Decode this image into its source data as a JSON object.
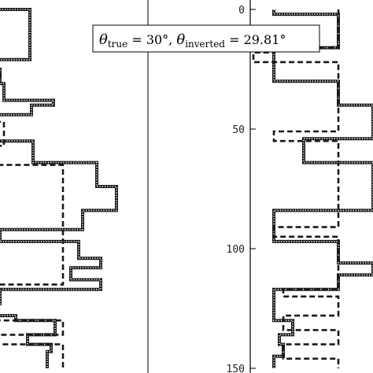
{
  "chart_data": [
    {
      "type": "line",
      "panel": "left",
      "x_baseline": 80,
      "series": [
        {
          "style": "solid-dotted",
          "steps": [
            [
              -10,
              0
            ],
            [
              38,
              0
            ],
            [
              38,
              21
            ],
            [
              -10,
              21
            ],
            [
              -10,
              25
            ],
            [
              0,
              25
            ],
            [
              0,
              30
            ],
            [
              -10,
              30
            ],
            [
              -10,
              31
            ],
            [
              5,
              31
            ],
            [
              5,
              38
            ],
            [
              68,
              38
            ],
            [
              68,
              40
            ],
            [
              40,
              40
            ],
            [
              40,
              44
            ],
            [
              -10,
              44
            ],
            [
              -10,
              55
            ],
            [
              42,
              55
            ],
            [
              42,
              64
            ],
            [
              123,
              64
            ],
            [
              123,
              74
            ],
            [
              148,
              74
            ],
            [
              148,
              84
            ],
            [
              105,
              84
            ],
            [
              105,
              92
            ],
            [
              0,
              92
            ],
            [
              0,
              97
            ],
            [
              100,
              97
            ],
            [
              100,
              104
            ],
            [
              128,
              104
            ],
            [
              128,
              106
            ],
            [
              128,
              106
            ],
            [
              128,
              108
            ],
            [
              90,
              108
            ],
            [
              90,
              113
            ],
            [
              128,
              113
            ],
            [
              128,
              117
            ],
            [
              0,
              117
            ],
            [
              0,
              123
            ],
            [
              -10,
              123
            ],
            [
              -10,
              124
            ],
            [
              -10,
              128
            ],
            [
              20,
              128
            ],
            [
              20,
              130
            ],
            [
              70,
              130
            ],
            [
              70,
              136
            ],
            [
              35,
              136
            ],
            [
              35,
              140
            ],
            [
              65,
              140
            ],
            [
              65,
              143
            ],
            [
              60,
              143
            ],
            [
              60,
              150
            ]
          ]
        },
        {
          "style": "dashed",
          "steps": [
            [
              -10,
              26
            ],
            [
              0,
              26
            ],
            [
              0,
              29
            ],
            [
              -10,
              29
            ],
            [
              -10,
              45
            ],
            [
              -10,
              45
            ],
            [
              -10,
              47
            ],
            [
              5,
              47
            ],
            [
              5,
              57
            ],
            [
              -10,
              57
            ],
            [
              -10,
              65
            ],
            [
              80,
              65
            ],
            [
              80,
              115
            ],
            [
              0,
              115
            ],
            [
              0,
              117
            ],
            [
              -10,
              117
            ],
            [
              -10,
              130
            ],
            [
              80,
              130
            ],
            [
              80,
              136
            ],
            [
              -10,
              136
            ],
            [
              -10,
              140
            ],
            [
              80,
              140
            ],
            [
              80,
              150
            ]
          ]
        }
      ]
    },
    {
      "type": "line",
      "panel": "right",
      "ylim": [
        150,
        0
      ],
      "yticks": [
        0,
        50,
        100,
        150
      ],
      "ytick_labels": [
        "0",
        "50",
        "100",
        "150"
      ],
      "x_baseline": 430,
      "series": [
        {
          "style": "solid-dotted",
          "steps": [
            [
              348,
              0
            ],
            [
              348,
              2
            ],
            [
              430,
              2
            ],
            [
              430,
              16
            ],
            [
              348,
              16
            ],
            [
              348,
              30
            ],
            [
              430,
              30
            ],
            [
              430,
              40
            ],
            [
              430,
              40
            ],
            [
              474,
              40
            ],
            [
              474,
              54
            ],
            [
              386,
              54
            ],
            [
              386,
              64
            ],
            [
              474,
              64
            ],
            [
              474,
              84
            ],
            [
              348,
              84
            ],
            [
              348,
              97
            ],
            [
              430,
              97
            ],
            [
              430,
              106
            ],
            [
              474,
              106
            ],
            [
              474,
              111
            ],
            [
              430,
              111
            ],
            [
              430,
              117
            ],
            [
              348,
              117
            ],
            [
              348,
              130
            ],
            [
              372,
              130
            ],
            [
              372,
              136
            ],
            [
              355,
              136
            ],
            [
              355,
              140
            ],
            [
              360,
              140
            ],
            [
              360,
              145
            ],
            [
              348,
              145
            ],
            [
              348,
              150
            ]
          ]
        },
        {
          "style": "dashed",
          "steps": [
            [
              430,
              0
            ],
            [
              430,
              16
            ],
            [
              348,
              16
            ],
            [
              348,
              18
            ],
            [
              322,
              18
            ],
            [
              322,
              22
            ],
            [
              430,
              22
            ],
            [
              430,
              51
            ],
            [
              348,
              51
            ],
            [
              348,
              55
            ],
            [
              430,
              55
            ],
            [
              430,
              91
            ],
            [
              348,
              91
            ],
            [
              348,
              95
            ],
            [
              430,
              95
            ],
            [
              430,
              117
            ],
            [
              360,
              117
            ],
            [
              360,
              120
            ],
            [
              430,
              120
            ],
            [
              430,
              128
            ],
            [
              360,
              128
            ],
            [
              360,
              134
            ],
            [
              430,
              134
            ],
            [
              430,
              140
            ],
            [
              360,
              140
            ],
            [
              360,
              146
            ],
            [
              430,
              146
            ],
            [
              430,
              150
            ]
          ]
        }
      ]
    }
  ],
  "annotation": {
    "parts": [
      {
        "t": "θ",
        "style": "italic"
      },
      {
        "t": "true",
        "style": "sub"
      },
      {
        "t": " = 30°,  ",
        "style": "normal"
      },
      {
        "t": "θ",
        "style": "italic"
      },
      {
        "t": "inverted",
        "style": "sub"
      },
      {
        "t": " = 29.81°",
        "style": "normal"
      }
    ]
  },
  "colors": {
    "line": "#1a1a1a",
    "axis": "#000000",
    "background": "#ffffff"
  }
}
